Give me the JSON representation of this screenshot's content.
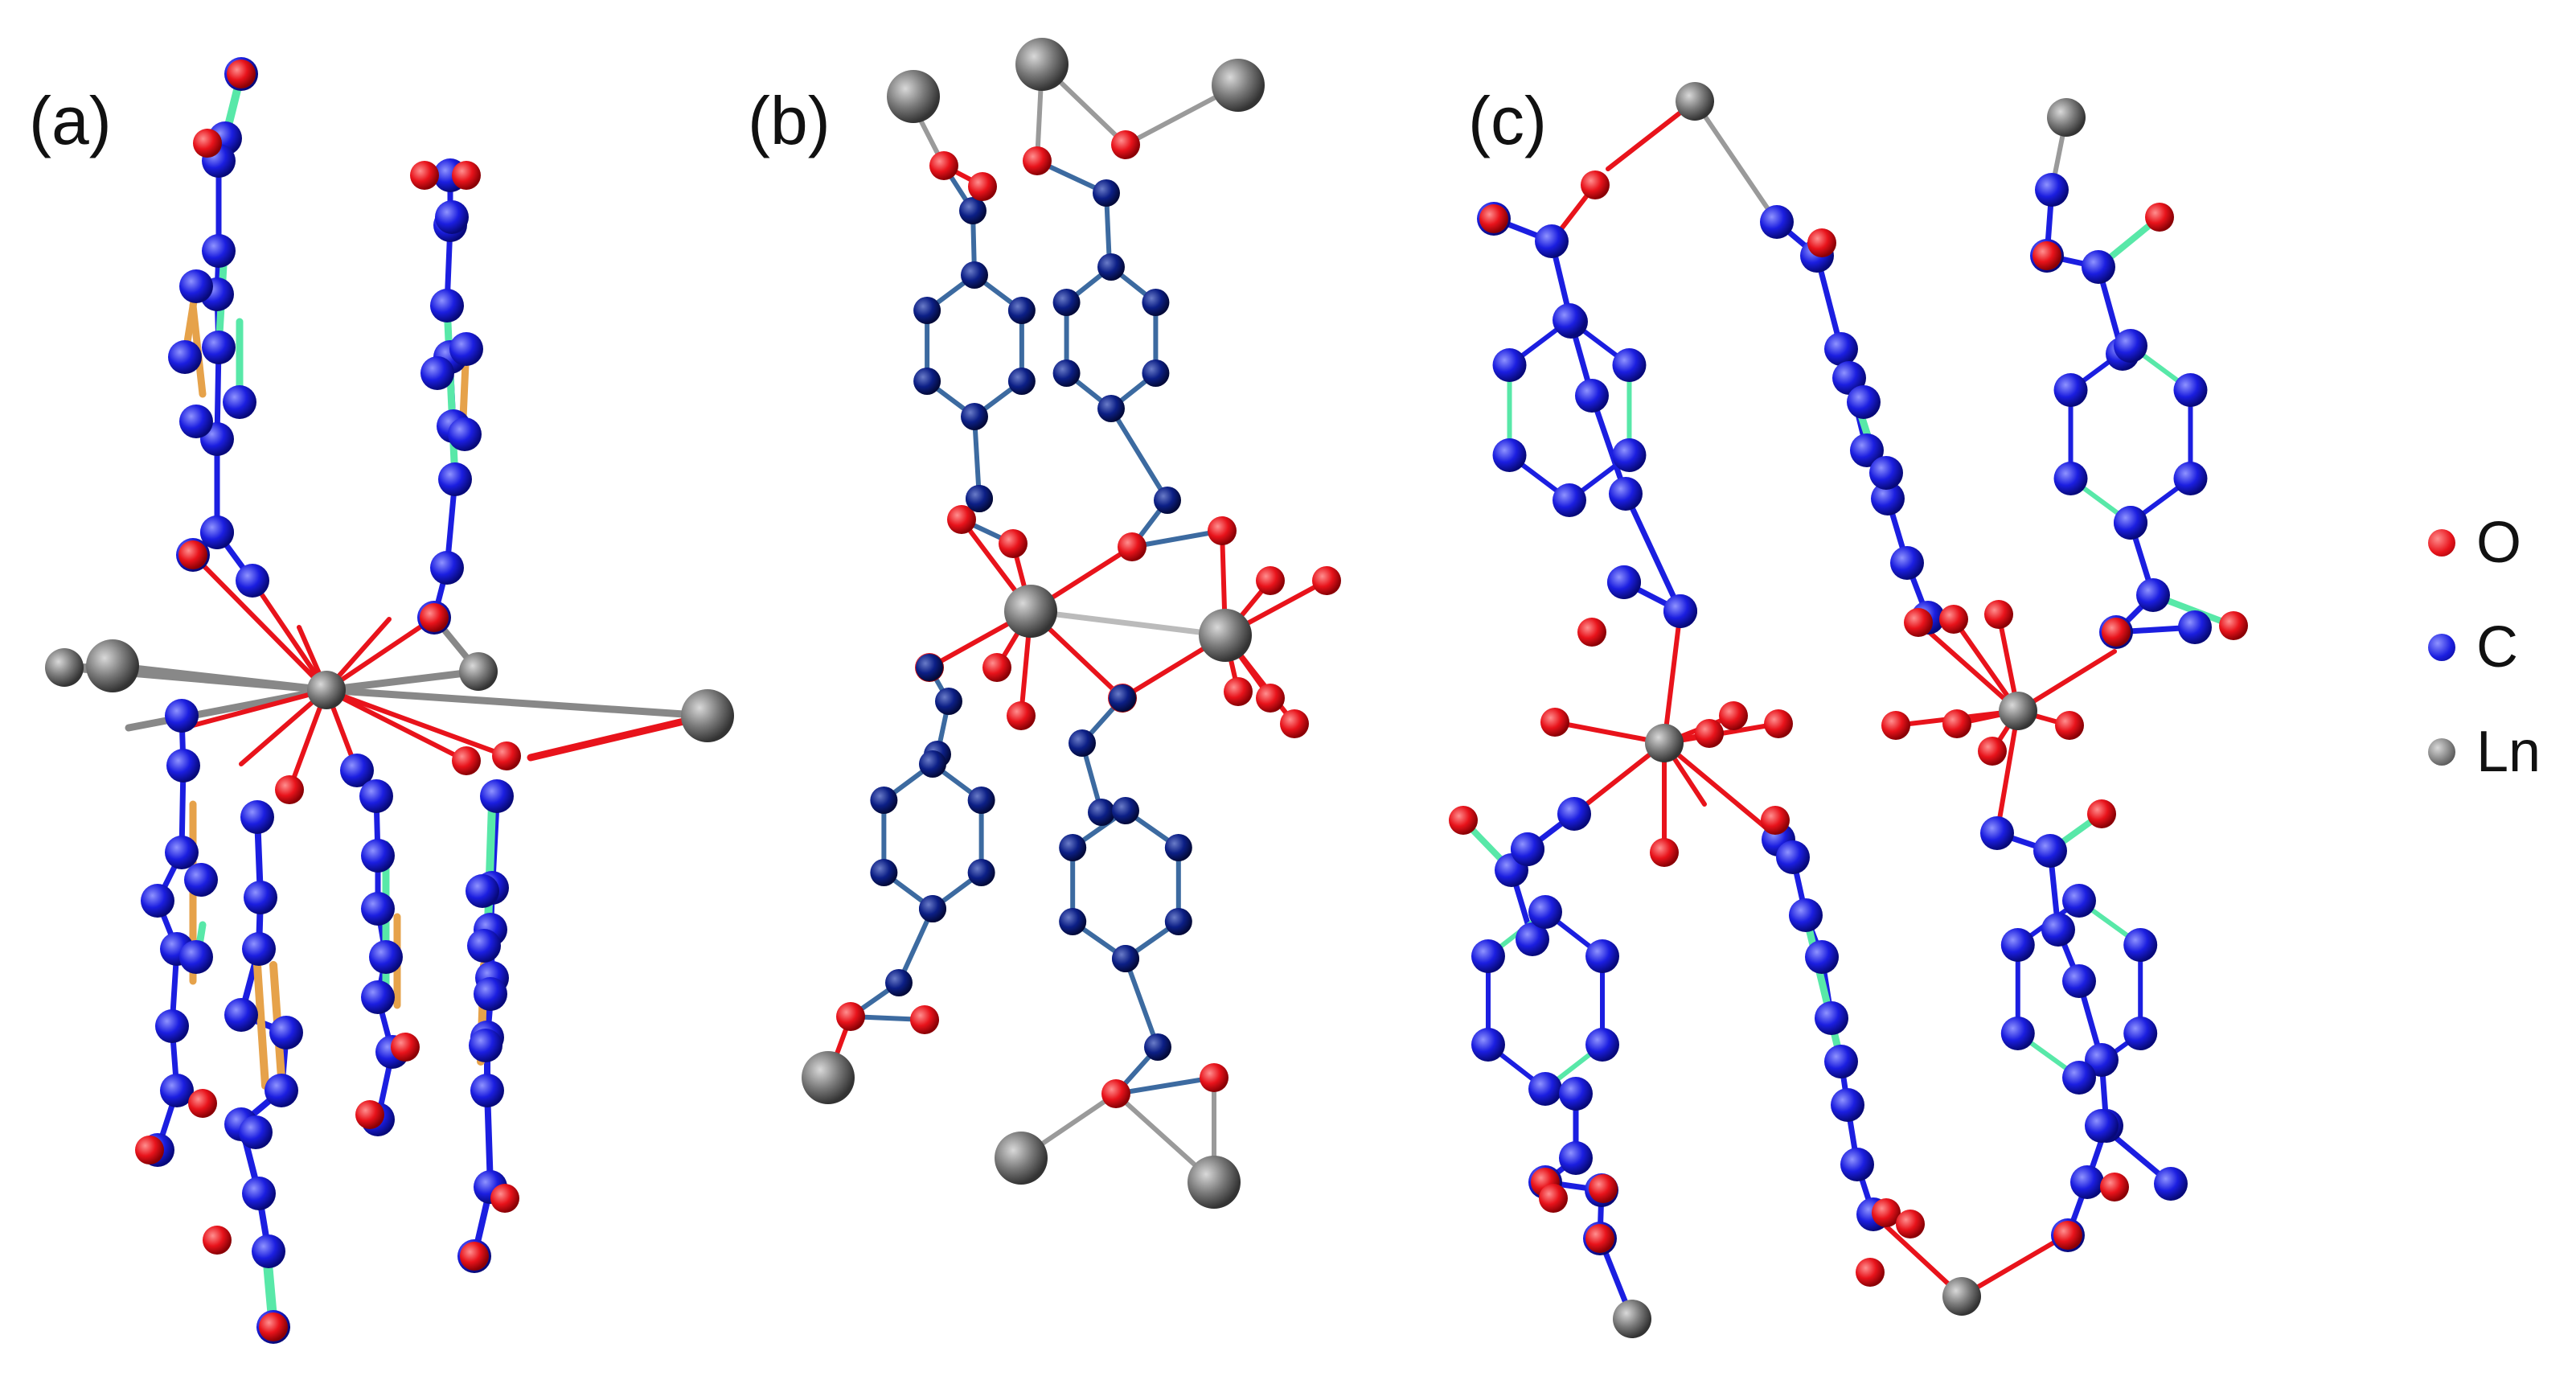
{
  "panels": [
    {
      "id": "a",
      "label": "(a)"
    },
    {
      "id": "b",
      "label": "(b)"
    },
    {
      "id": "c",
      "label": "(c)"
    }
  ],
  "legend": [
    {
      "symbol": "O",
      "color": "#e8131b"
    },
    {
      "symbol": "C",
      "color": "#1b1ee0"
    },
    {
      "symbol": "Ln",
      "color": "#7a7a7a"
    }
  ],
  "colors": {
    "oxygen": "#e8131b",
    "carbon": "#1b1ee0",
    "carbon_panel_b": "#0c1f86",
    "lanthanide": "#7a7a7a",
    "bond_highlight_green": "#58e8a8",
    "bond_highlight_orange": "#e6a24a",
    "bond_gray": "#9a9a9a"
  }
}
